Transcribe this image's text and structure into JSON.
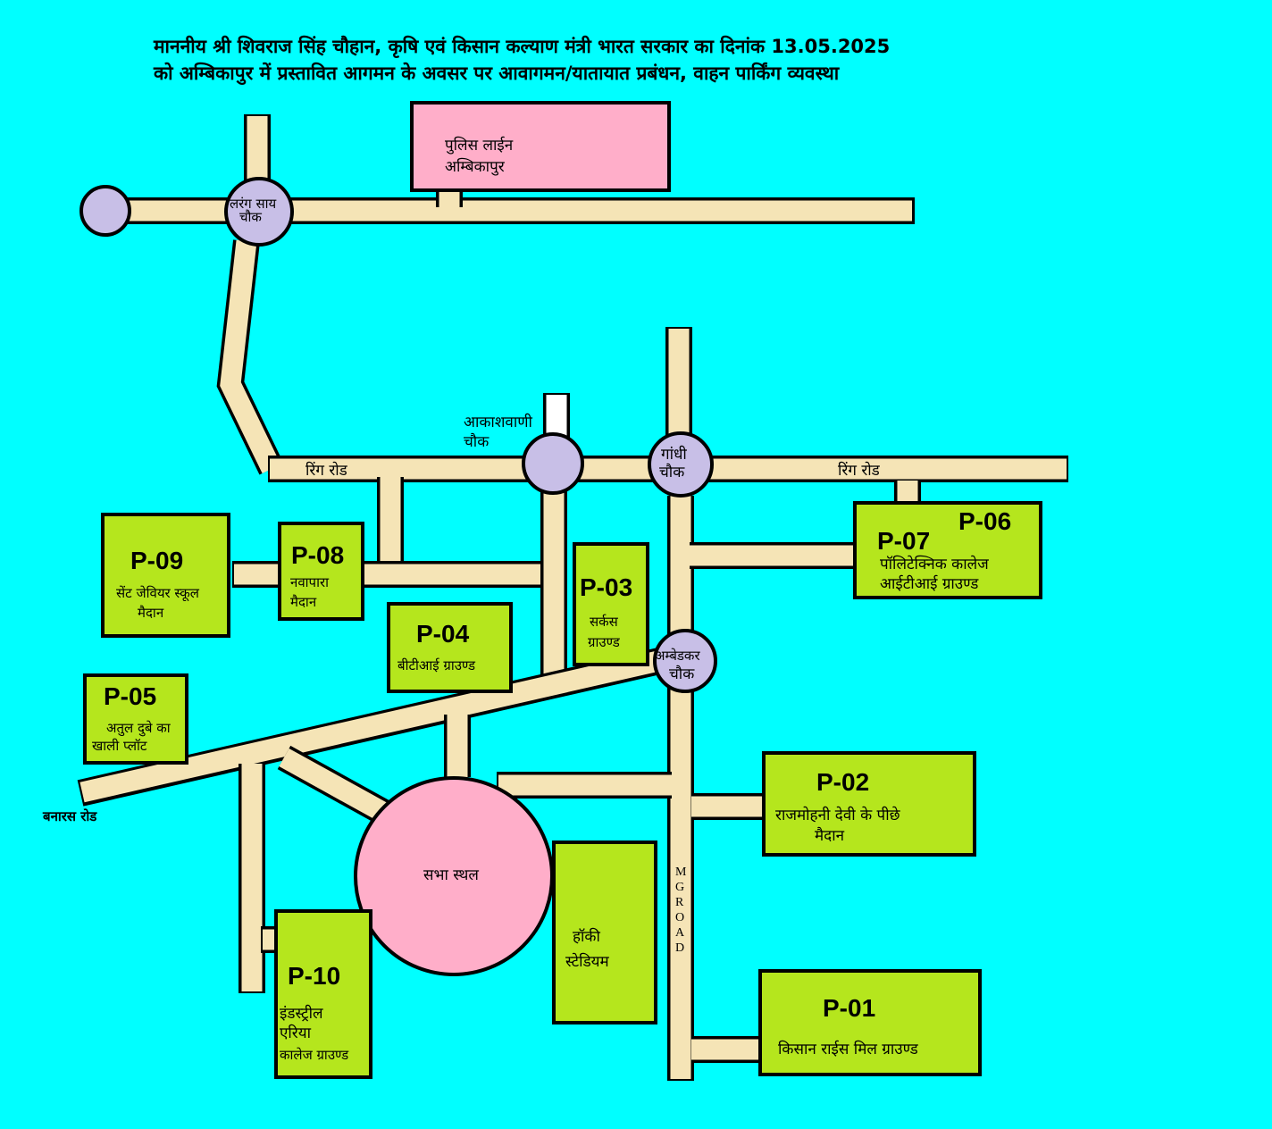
{
  "title": {
    "line1": "माननीय श्री शिवराज सिंह चौहान, कृषि एवं किसान कल्याण मंत्री भारत सरकार का दिनांक 13.05.2025",
    "line2": "को अम्बिकापुर में प्रस्तावित आगमन के अवसर पर आवागमन/यातायात प्रबंधन, वाहन पार्किंग व्यवस्था"
  },
  "landmarks": {
    "police_line_1": "पुलिस लाईन",
    "police_line_2": "अम्बिकापुर",
    "sabha_sthal": "सभा स्थल",
    "hockey_1": "हॉकी",
    "hockey_2": "स्टेडियम"
  },
  "chowks": {
    "lairang_1": "लरंग साय",
    "lairang_2": "चौक",
    "akashvani_1": "आकाशवाणी",
    "akashvani_2": "चौक",
    "gandhi_1": "गांधी",
    "gandhi_2": "चौक",
    "ambedkar_1": "अम्बेडकर",
    "ambedkar_2": "चौक"
  },
  "roads": {
    "ring_road_left": "रिंग रोड",
    "ring_road_right": "रिंग रोड",
    "banaras_road": "बनारस रोड",
    "mg_road": [
      "M",
      "G",
      "R",
      "O",
      "A",
      "D"
    ]
  },
  "parking": {
    "p01": {
      "code": "P-01",
      "name1": "किसान राईस मिल ग्राउण्ड"
    },
    "p02": {
      "code": "P-02",
      "name1": "राजमोहनी देवी के पीछे",
      "name2": "मैदान"
    },
    "p03": {
      "code": "P-03",
      "name1": "सर्कस",
      "name2": "ग्राउण्ड"
    },
    "p04": {
      "code": "P-04",
      "name1": "बीटीआई ग्राउण्ड"
    },
    "p05": {
      "code": "P-05",
      "name1": "अतुल दुबे का",
      "name2": "खाली प्लॉट"
    },
    "p06": {
      "code": "P-06"
    },
    "p07": {
      "code": "P-07",
      "name1": "पॉलिटेक्निक कालेज",
      "name2": "आईटीआई ग्राउण्ड"
    },
    "p08": {
      "code": "P-08",
      "name1": "नवापारा",
      "name2": "मैदान"
    },
    "p09": {
      "code": "P-09",
      "name1": "सेंट जेवियर स्कूल",
      "name2": "मैदान"
    },
    "p10": {
      "code": "P-10",
      "name1": "इंडस्ट्रील",
      "name2": "एरिया",
      "name3": "कालेज ग्राउण्ड"
    }
  },
  "colors": {
    "background": "#00ffff",
    "parking_lot": "#b5e61d",
    "road": "#f5e4b6",
    "chowk": "#c8bfe7",
    "pink": "#ffaec9"
  }
}
